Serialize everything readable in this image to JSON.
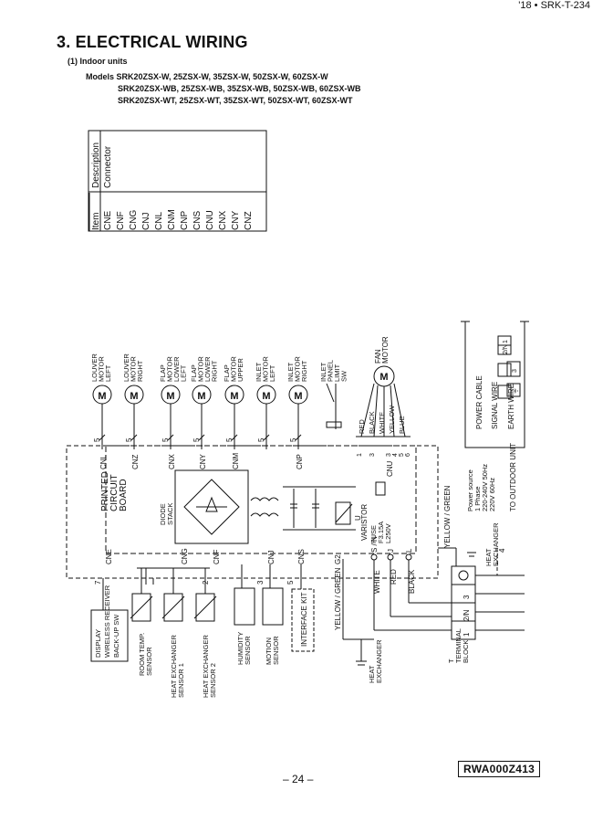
{
  "header": {
    "doc_ref": "'18 • SRK-T-234"
  },
  "section": {
    "title": "3. ELECTRICAL WIRING",
    "subtitle": "(1)  Indoor units",
    "models_label": "Models",
    "models": [
      "SRK20ZSX-W, 25ZSX-W, 35ZSX-W, 50ZSX-W, 60ZSX-W",
      "SRK20ZSX-WB, 25ZSX-WB, 35ZSX-WB, 50ZSX-WB, 60ZSX-WB",
      "SRK20ZSX-WT, 25ZSX-WT, 35ZSX-WT, 50ZSX-WT, 60ZSX-WT"
    ]
  },
  "legend_table": {
    "headers": [
      "Item",
      "Description"
    ],
    "description_value": "Connector",
    "items": [
      "CNE",
      "CNF",
      "CNG",
      "CNJ",
      "CNL",
      "CNM",
      "CNP",
      "CNS",
      "CNU",
      "CNX",
      "CNY",
      "CNZ"
    ]
  },
  "diagram": {
    "board_label": [
      "PRINTED",
      "CIRCUIT",
      "BOARD"
    ],
    "diode_label": [
      "DIODE",
      "STACK"
    ],
    "varistor": "VARISTOR",
    "fuse": [
      "FUSE",
      "F3.15A",
      "L250V"
    ],
    "u_mark": "U",
    "motors": [
      {
        "connector": "CNL",
        "pins": "5",
        "label": [
          "LOUVER",
          "MOTOR",
          "LEFT"
        ]
      },
      {
        "connector": "CNZ",
        "pins": "5",
        "label": [
          "LOUVER",
          "MOTOR",
          "RIGHT"
        ]
      },
      {
        "connector": "CNX",
        "pins": "5",
        "label": [
          "FLAP",
          "MOTOR",
          "LOWER",
          "LEFT"
        ]
      },
      {
        "connector": "CNY",
        "pins": "5",
        "label": [
          "FLAP",
          "MOTOR",
          "LOWER",
          "RIGHT"
        ]
      },
      {
        "connector": "CNM",
        "pins": "5",
        "label": [
          "FLAP",
          "MOTOR",
          "UPPER"
        ]
      },
      {
        "connector": "",
        "pins": "5",
        "label": [
          "INLET",
          "MOTOR",
          "LEFT"
        ]
      },
      {
        "connector": "CNP",
        "pins": "5",
        "label": [
          "INLET",
          "MOTOR",
          "RIGHT"
        ]
      }
    ],
    "motor_symbol": "M",
    "limit_switch": [
      "INLET",
      "PANEL",
      "LIMIT",
      "SW"
    ],
    "fan_motor": {
      "label": [
        "FAN",
        "MOTOR"
      ],
      "connector": "CNU",
      "wires": [
        "RED",
        "BLACK",
        "WHITE",
        "YELLOW",
        "BLUE"
      ],
      "pins": [
        "3",
        "4",
        "5",
        "6"
      ],
      "pin1": "1",
      "pin3": "3"
    },
    "bottom_connectors": [
      {
        "name": "CNE",
        "pins": "7"
      },
      {
        "name": "CNG",
        "pins": ""
      },
      {
        "name": "CNF",
        "pins": "2"
      },
      {
        "name": "CNJ",
        "pins": "3"
      },
      {
        "name": "CNS",
        "pins": "5"
      },
      {
        "name": "G2",
        "pins": ""
      }
    ],
    "display_box": [
      "DISPLAY",
      "WIRELESS RECEIVER",
      "BACK-UP SW"
    ],
    "sensors": {
      "room_temp": [
        "ROOM TEMP.",
        "SENSOR"
      ],
      "hx1": [
        "HEAT EXCHANGER",
        "SENSOR 1"
      ],
      "hx2": [
        "HEAT EXCHANGER",
        "SENSOR 2"
      ],
      "humidity": [
        "HUMIDITY",
        "SENSOR"
      ],
      "motion": [
        "MOTION",
        "SENSOR"
      ]
    },
    "interface_kit": "INTERFACE KIT",
    "yellow_green": "YELLOW / GREEN",
    "heat_exchanger": [
      "HEAT",
      "EXCHANGER"
    ],
    "terminal_pins": {
      "s": "S / N",
      "j": "J",
      "l": "L"
    },
    "wire_colors": [
      "WHITE",
      "RED",
      "BLACK"
    ],
    "terminal_block": [
      "T",
      "TERMINAL",
      "BLOCK"
    ],
    "tb_numbers": [
      "1",
      "2/N",
      "3"
    ],
    "power_source": [
      "Power source",
      "1 Phase",
      "220-240V 50Hz",
      "220V 60Hz"
    ],
    "to_outdoor": "TO OUTDOOR UNIT",
    "outdoor_pin": "4",
    "legend_box": [
      {
        "label": "POWER CABLE",
        "sym": [
          "1",
          "2/N"
        ]
      },
      {
        "label": "SIGNAL WIRE",
        "sym": [
          "3"
        ]
      },
      {
        "label": "EARTH WIRE",
        "sym": [
          "⏚"
        ]
      }
    ]
  },
  "footer": {
    "page_number": "– 24 –",
    "doc_id": "RWA000Z413"
  }
}
